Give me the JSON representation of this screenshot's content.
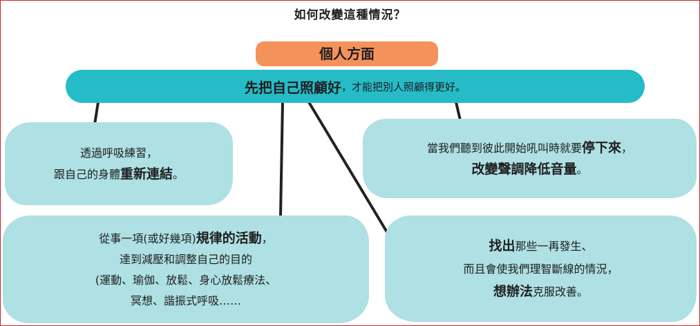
{
  "title": "如何改變這種情況？",
  "category": "個人方面",
  "banner": {
    "bold": "先把自己照顧好",
    "rest": "，才能把別人照顧得更好。"
  },
  "bubbles": [
    {
      "line1": "透過呼吸練習，",
      "line2_pre": "跟自己的身體",
      "line2_bold": "重新連結",
      "line2_post": "。"
    },
    {
      "line1_pre": "當我們聽到彼此開始吼叫時就要",
      "line1_bold": "停下來",
      "line1_post": "，",
      "line2_bold": "改變聲調降低音量",
      "line2_post": "。"
    },
    {
      "line1_pre": "從事一項(或好幾項)",
      "line1_bold": "規律的活動",
      "line1_post": "，",
      "line2": "達到減壓和調整自己的目的",
      "line3": "(運動、瑜伽、放鬆、身心放鬆療法、",
      "line4": "冥想、諧振式呼吸……"
    },
    {
      "line1_bold": "找出",
      "line1_post": "那些一再發生、",
      "line2": "而且會使我們理智斷線的情況，",
      "line3_bold": "想辦法",
      "line3_post": "克服改善。"
    }
  ],
  "colors": {
    "orange": "#f4925c",
    "teal": "#25bcc8",
    "light_teal": "#aee0e4",
    "frame_border": "#c62828"
  }
}
